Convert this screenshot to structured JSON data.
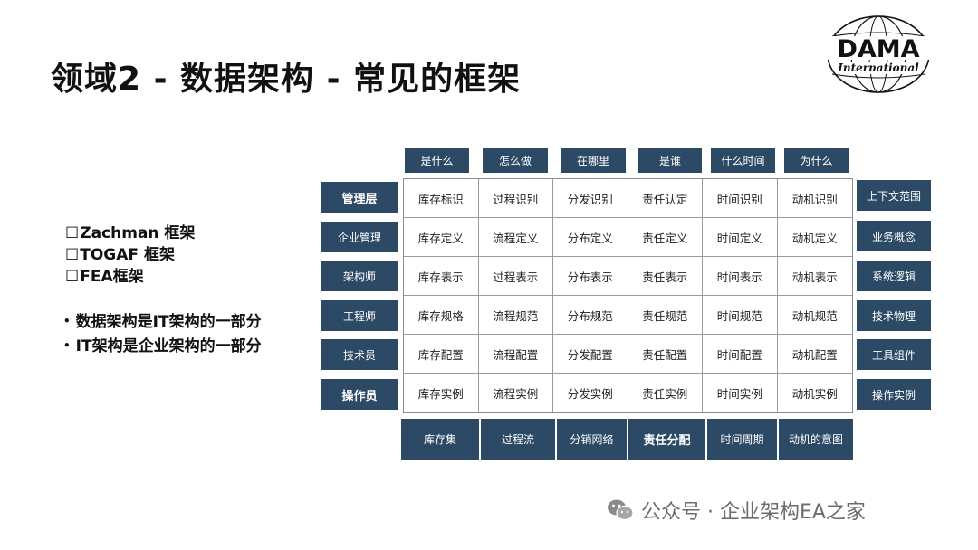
{
  "title": "领域2 - 数据架构 - 常见的框架",
  "logo": {
    "main": "DAMA",
    "sub": "International"
  },
  "frameworks": [
    {
      "marker": "☐",
      "label": "Zachman 框架"
    },
    {
      "marker": "☐",
      "label": "TOGAF 框架"
    },
    {
      "marker": "☐",
      "label": "FEA框架"
    }
  ],
  "points": [
    {
      "marker": "•",
      "text": "数据架构是IT架构的一部分"
    },
    {
      "marker": "•",
      "text": "IT架构是企业架构的一部分"
    }
  ],
  "matrix": {
    "columns": [
      "是什么",
      "怎么做",
      "在哪里",
      "是谁",
      "什么时间",
      "为什么"
    ],
    "left_labels": [
      "管理层",
      "企业管理",
      "架构师",
      "工程师",
      "技术员",
      "操作员"
    ],
    "right_labels": [
      "上下文范围",
      "业务概念",
      "系统逻辑",
      "技术物理",
      "工具组件",
      "操作实例"
    ],
    "footer": [
      "库存集",
      "过程流",
      "分销网络",
      "责任分配",
      "时间周期",
      "动机的意图"
    ],
    "rows": [
      [
        "库存标识",
        "过程识别",
        "分发识别",
        "责任认定",
        "时间识别",
        "动机识别"
      ],
      [
        "库存定义",
        "流程定义",
        "分布定义",
        "责任定义",
        "时间定义",
        "动机定义"
      ],
      [
        "库存表示",
        "过程表示",
        "分布表示",
        "责任表示",
        "时间表示",
        "动机表示"
      ],
      [
        "库存规格",
        "流程规范",
        "分布规范",
        "责任规范",
        "时间规范",
        "动机规范"
      ],
      [
        "库存配置",
        "流程配置",
        "分发配置",
        "责任配置",
        "时间配置",
        "动机配置"
      ],
      [
        "库存实例",
        "流程实例",
        "分发实例",
        "责任实例",
        "时间实例",
        "动机实例"
      ]
    ]
  },
  "watermark": {
    "text": "公众号 · 企业架构EA之家"
  },
  "colors": {
    "navy": "#2c4a66",
    "text": "#111111",
    "watermark": "#6c6c6c"
  }
}
